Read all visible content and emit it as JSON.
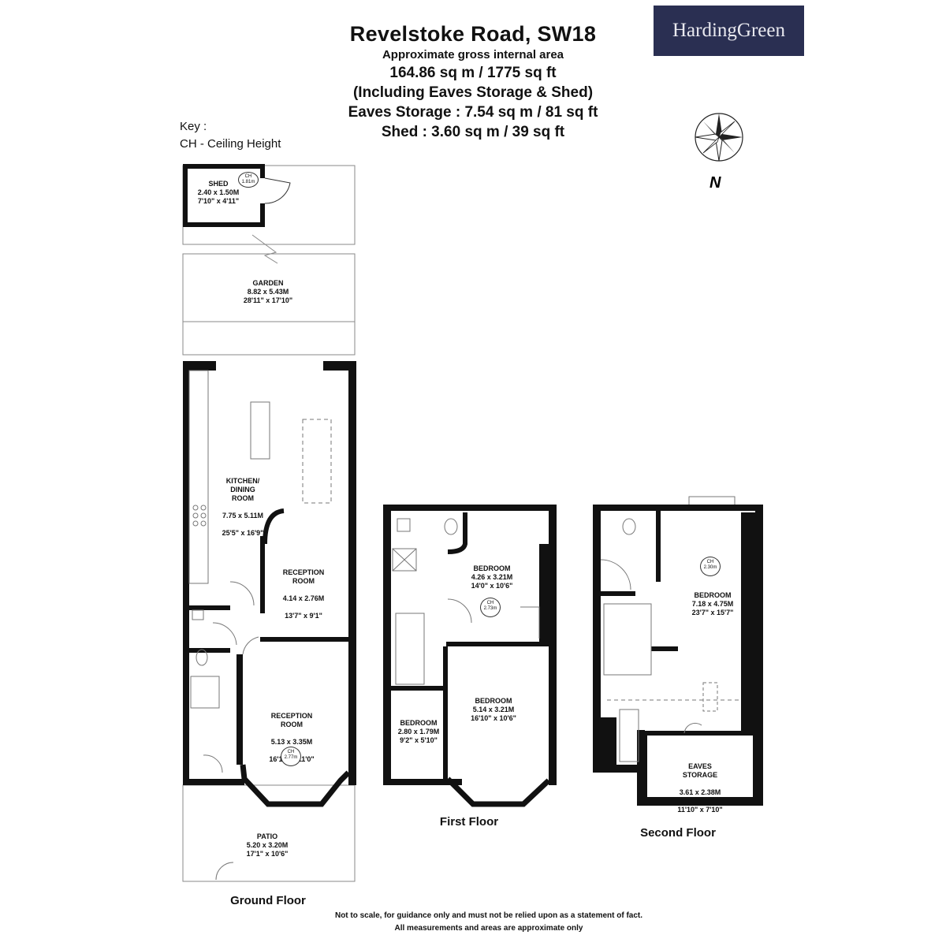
{
  "header": {
    "title": "Revelstoke Road, SW18",
    "subtitle": "Approximate gross internal area",
    "area_total": "164.86 sq m /  1775 sq ft",
    "including": "(Including Eaves Storage & Shed)",
    "eaves": "Eaves Storage : 7.54 sq m /  81 sq ft",
    "shed": "Shed : 3.60 sq m /  39 sq ft"
  },
  "brand": {
    "name": "HardingGreen",
    "color": "#2a2f52"
  },
  "key": {
    "title": "Key :",
    "entry": "CH - Ceiling Height"
  },
  "compass": {
    "icon": "compass-icon",
    "label": "N"
  },
  "floors": {
    "ground": "Ground Floor",
    "first": "First Floor",
    "second": "Second Floor"
  },
  "rooms": {
    "shed": {
      "name": "SHED",
      "metric": "2.40 x 1.50M",
      "imperial": "7'10\" x 4'11\"",
      "ch": "CH\n1.81m"
    },
    "garden": {
      "name": "GARDEN",
      "metric": "8.82 x 5.43M",
      "imperial": "28'11\" x 17'10\""
    },
    "kitchen": {
      "name": "KITCHEN/\nDINING\nROOM",
      "metric": "7.75 x 5.11M",
      "imperial": "25'5\" x 16'9\""
    },
    "reception1": {
      "name": "RECEPTION\nROOM",
      "metric": "4.14 x 2.76M",
      "imperial": "13'7\" x 9'1\""
    },
    "reception2": {
      "name": "RECEPTION\nROOM",
      "metric": "5.13 x 3.35M",
      "imperial": "16'10\" x 11'0\"",
      "ch": "CH\n2.77m"
    },
    "patio": {
      "name": "PATIO",
      "metric": "5.20 x 3.20M",
      "imperial": "17'1\" x 10'6\""
    },
    "bed1": {
      "name": "BEDROOM",
      "metric": "4.26 x 3.21M",
      "imperial": "14'0\" x 10'6\"",
      "ch": "CH\n2.73m"
    },
    "bed2": {
      "name": "BEDROOM",
      "metric": "5.14 x 3.21M",
      "imperial": "16'10\" x 10'6\""
    },
    "bed3": {
      "name": "BEDROOM",
      "metric": "2.80 x 1.79M",
      "imperial": "9'2\" x 5'10\""
    },
    "bed4": {
      "name": "BEDROOM",
      "metric": "7.18 x 4.75M",
      "imperial": "23'7\" x 15'7\"",
      "ch": "CH\n2.30m"
    },
    "eaves": {
      "name": "EAVES\nSTORAGE",
      "metric": "3.61 x 2.38M",
      "imperial": "11'10\" x 7'10\""
    }
  },
  "footer": {
    "line1": "Not to scale, for guidance only and must not be relied upon as a statement of fact.",
    "line2": "All measurements and areas are approximate only"
  }
}
